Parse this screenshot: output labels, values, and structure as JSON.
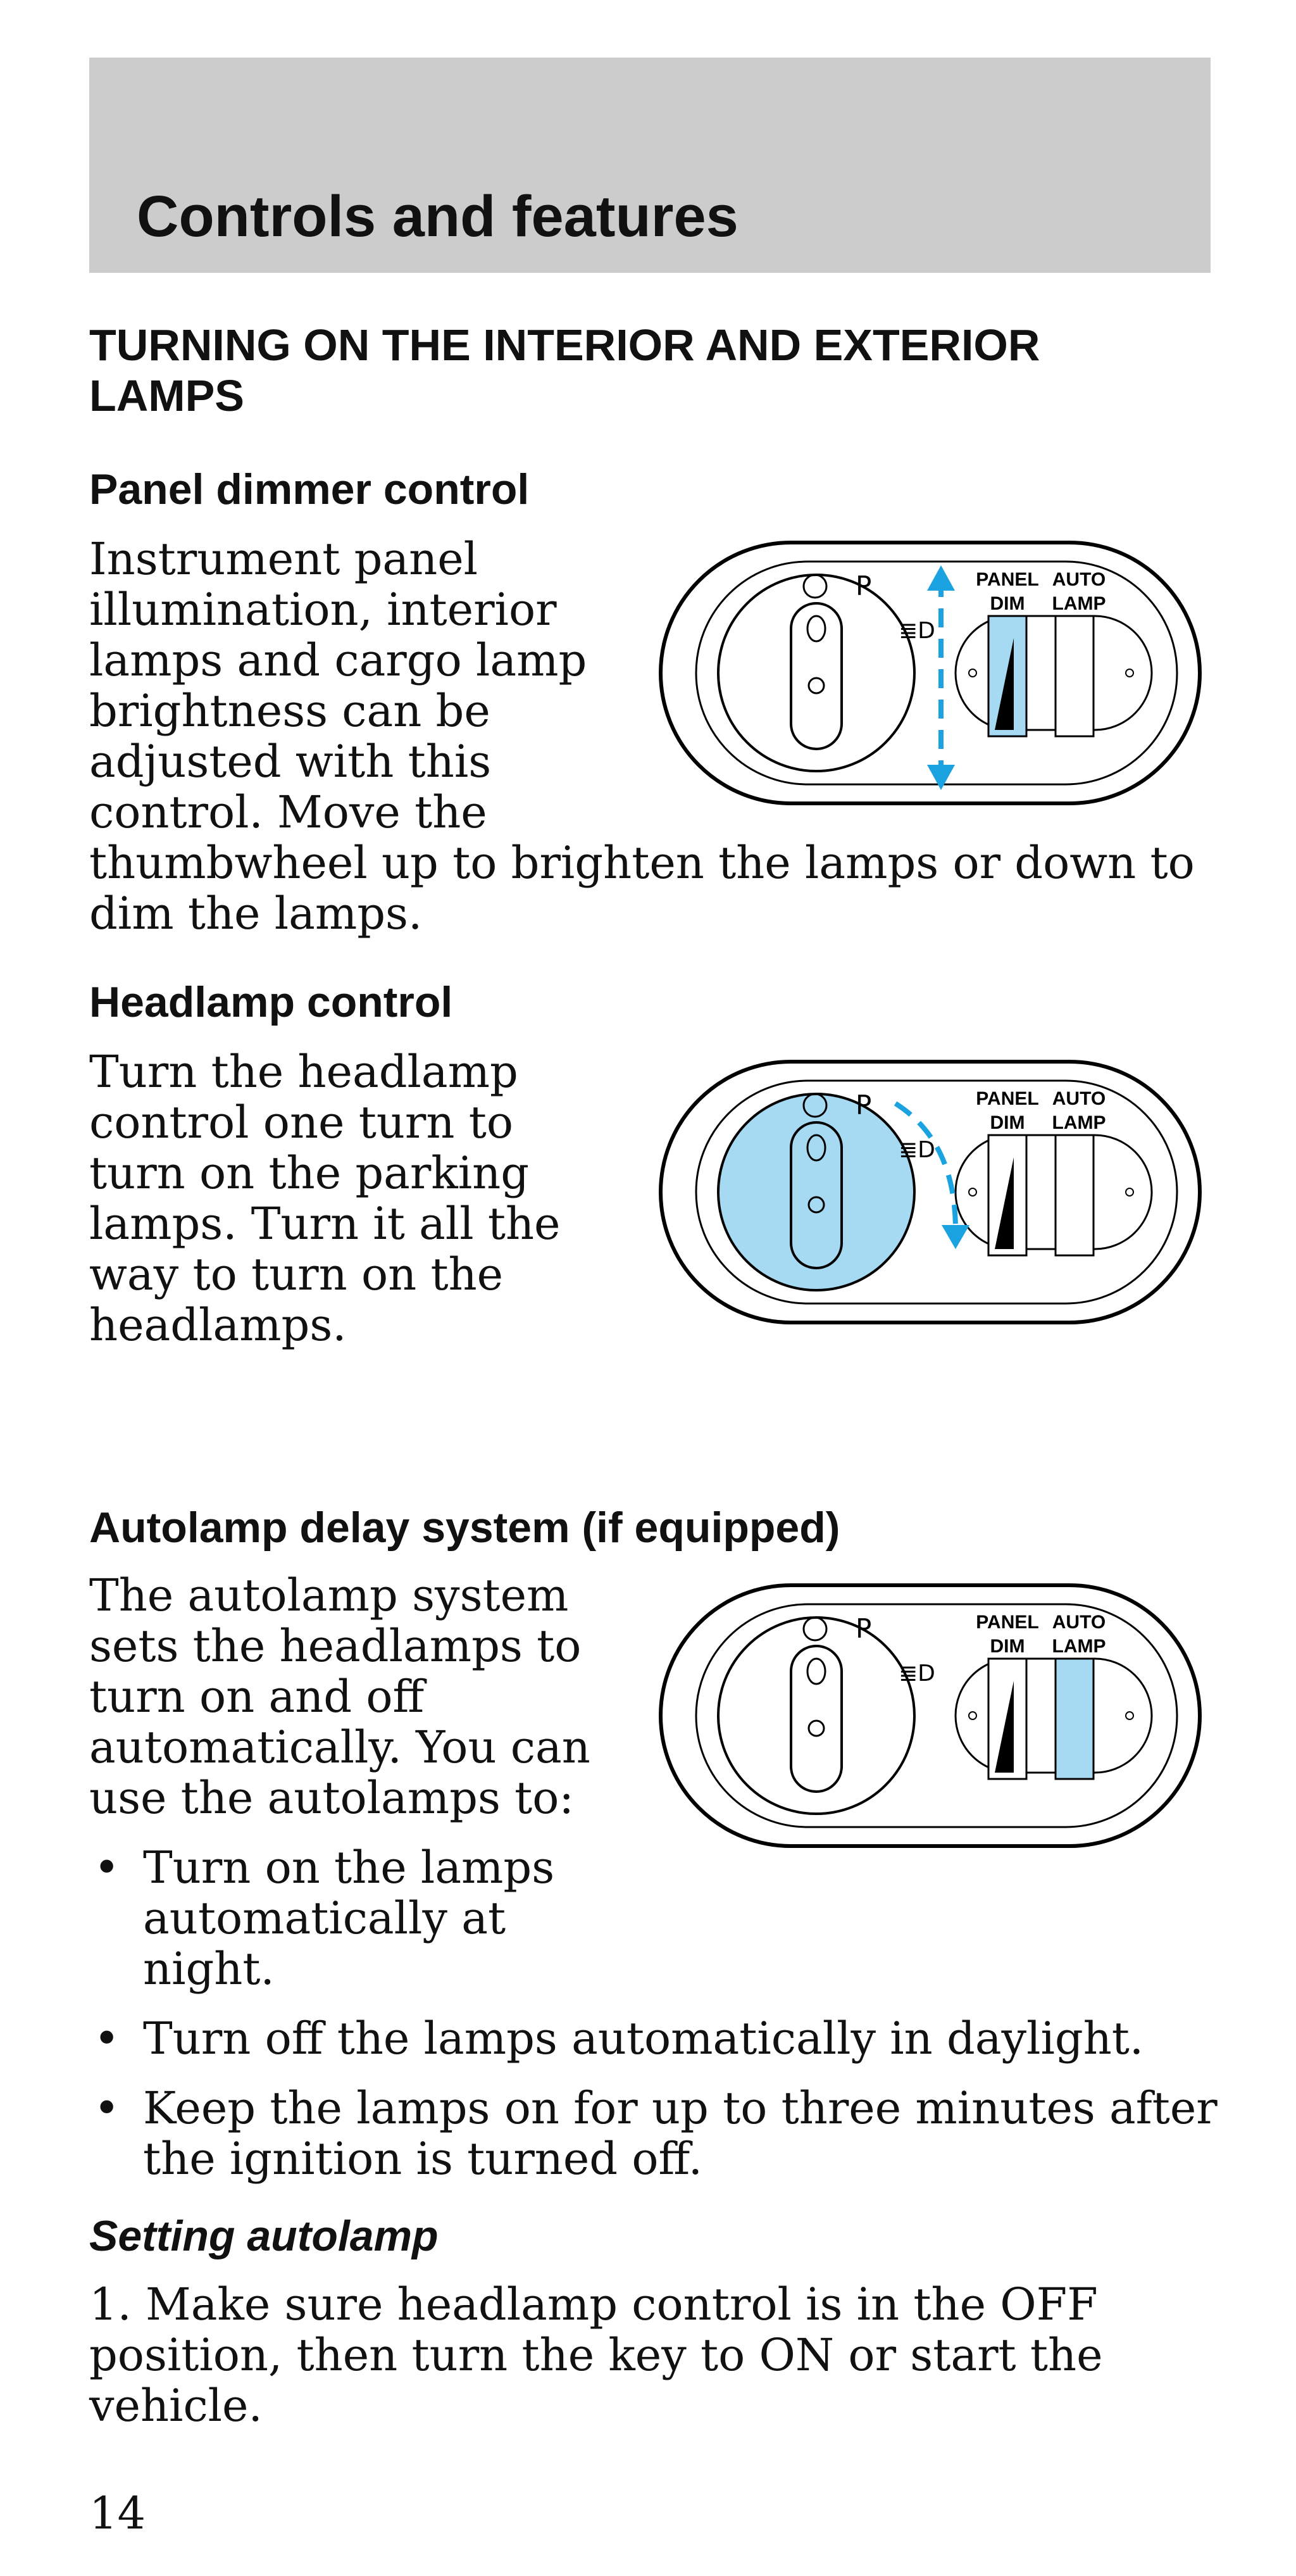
{
  "header": {
    "title": "Controls and features"
  },
  "section": {
    "title_line1": "TURNING ON THE INTERIOR AND EXTERIOR",
    "title_line2": "LAMPS"
  },
  "panel_dimmer": {
    "heading": "Panel dimmer control",
    "lines": [
      "Instrument panel",
      "illumination, interior",
      "lamps and cargo lamp",
      "brightness can be",
      "adjusted with this",
      "control. Move the",
      "thumbwheel up to brighten the lamps or down to",
      "dim the lamps."
    ]
  },
  "headlamp": {
    "heading": "Headlamp control",
    "lines": [
      "Turn the headlamp",
      "control one turn to",
      "turn on the parking",
      "lamps. Turn it all the",
      "way to turn on the",
      "headlamps."
    ]
  },
  "autolamp": {
    "heading": "Autolamp delay system (if equipped)",
    "lines": [
      "The autolamp system",
      "sets the headlamps to",
      "turn on and off",
      "automatically. You can",
      "use the autolamps to:"
    ],
    "bullets": [
      {
        "lines": [
          "Turn on the lamps",
          "automatically at",
          "night."
        ]
      },
      {
        "lines": [
          "Turn off the lamps automatically in daylight."
        ]
      },
      {
        "lines": [
          "Keep the lamps on for up to three minutes after",
          "the ignition is turned off."
        ]
      }
    ]
  },
  "setting": {
    "heading": "Setting autolamp",
    "lines": [
      "1. Make sure headlamp control is in the OFF",
      "position, then turn the key to ON or start the",
      "vehicle."
    ]
  },
  "diagram": {
    "panel_label_1": "PANEL",
    "panel_label_2": "DIM",
    "auto_label_1": "AUTO",
    "auto_label_2": "LAMP",
    "parking_symbol": "P",
    "highlight_color": "#a6d9f2",
    "arrow_color": "#1aa3e0"
  },
  "page_number": "14"
}
